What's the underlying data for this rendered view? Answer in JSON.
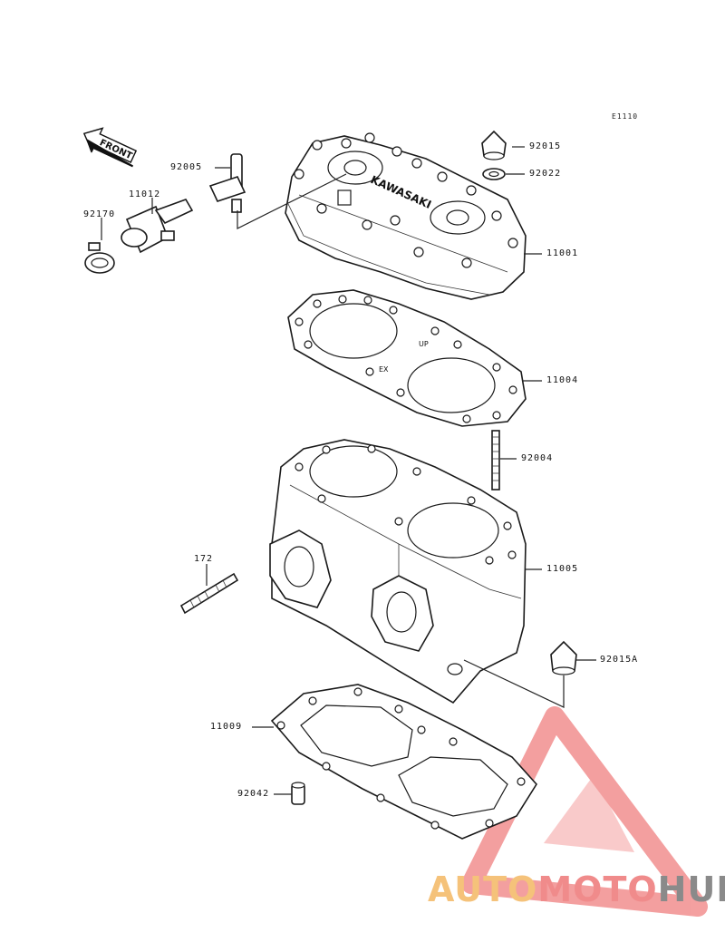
{
  "diagram_ref": "E1110",
  "front_label": "FRONT",
  "parts": [
    {
      "id": "92015",
      "label": "92015"
    },
    {
      "id": "92022",
      "label": "92022"
    },
    {
      "id": "92005",
      "label": "92005"
    },
    {
      "id": "11012",
      "label": "11012"
    },
    {
      "id": "92170",
      "label": "92170"
    },
    {
      "id": "11001",
      "label": "11001"
    },
    {
      "id": "11004",
      "label": "11004"
    },
    {
      "id": "92004",
      "label": "92004"
    },
    {
      "id": "172",
      "label": "172"
    },
    {
      "id": "11005",
      "label": "11005"
    },
    {
      "id": "92015A",
      "label": "92015A"
    },
    {
      "id": "11009",
      "label": "11009"
    },
    {
      "id": "92042",
      "label": "92042"
    }
  ],
  "head_lettering": "KAWASAKI",
  "gasket_markings": [
    "UP",
    "EX"
  ],
  "watermark": {
    "part1": "AUTO",
    "part2": "MOTO",
    "part3": "HUB"
  },
  "colors": {
    "line": "#1a1a1a",
    "watermark_red": "#e8554f",
    "watermark_orange": "#f5c27a",
    "watermark_grey": "#8a8a8a"
  }
}
